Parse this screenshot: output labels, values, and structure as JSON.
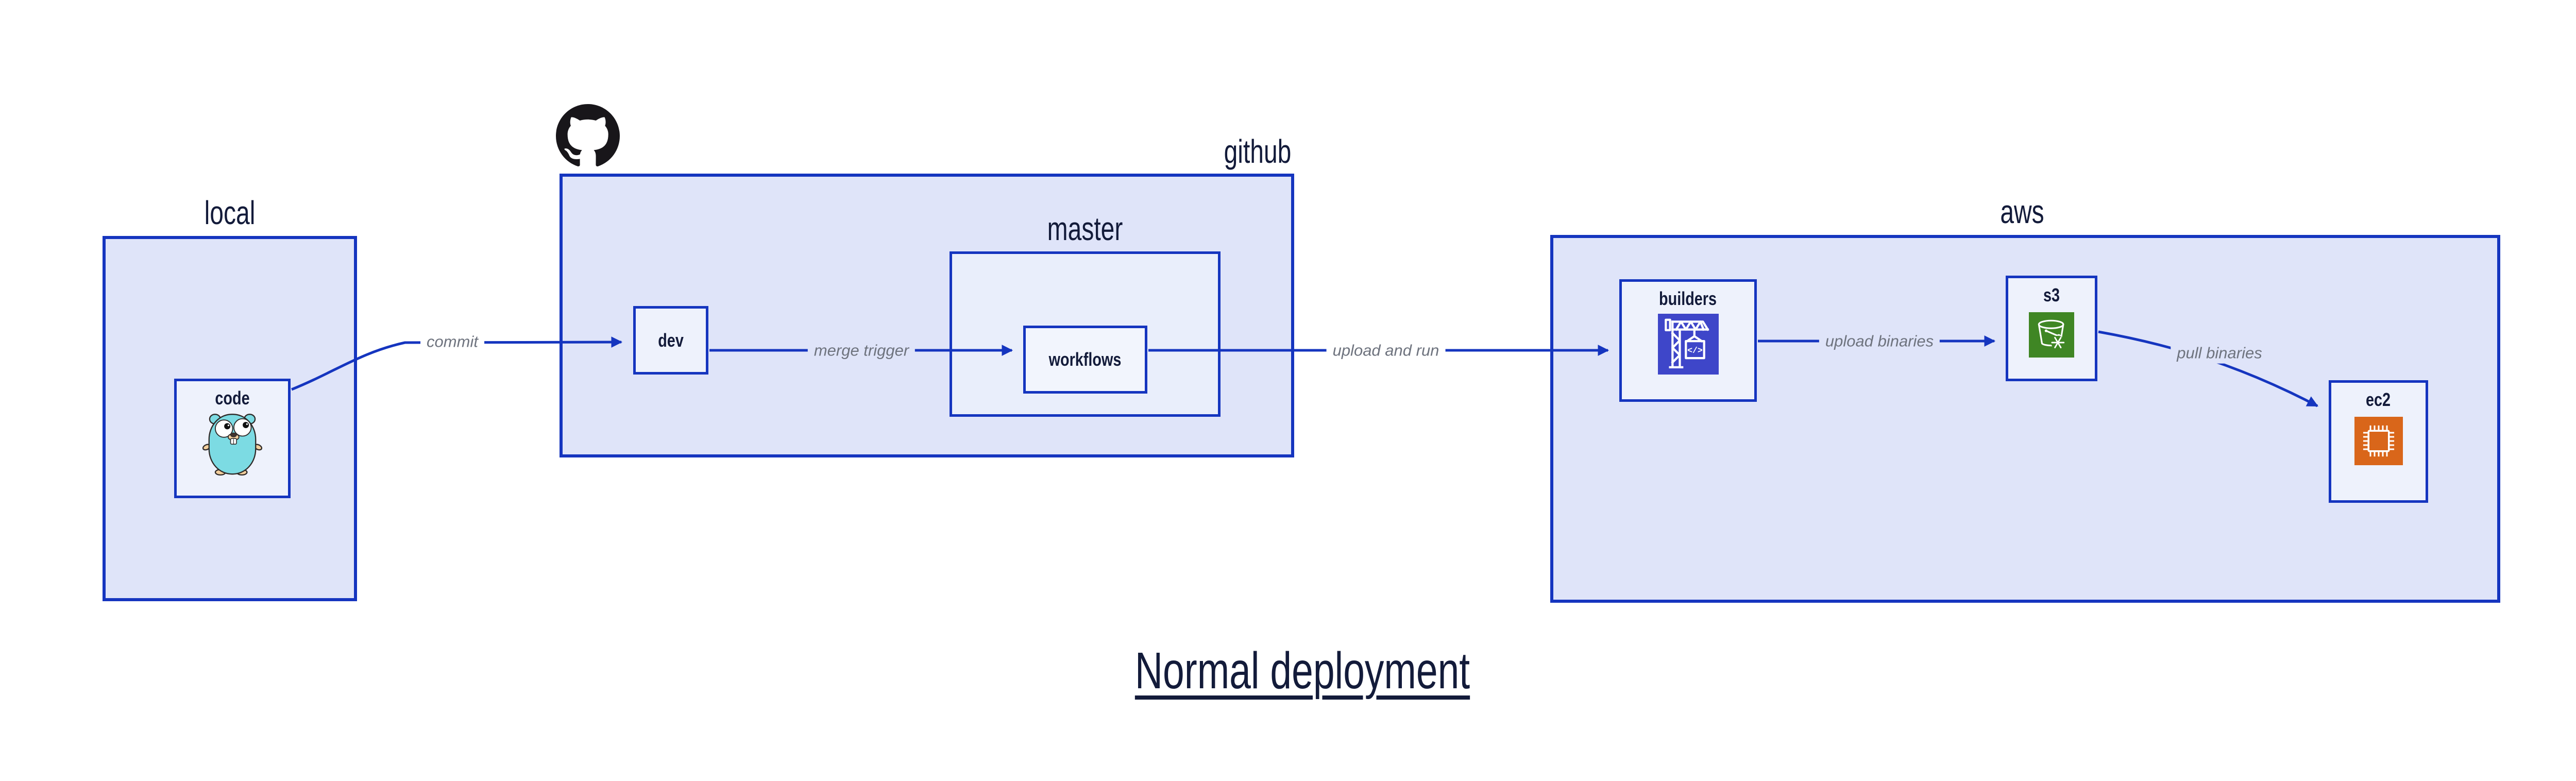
{
  "title": {
    "text": "Normal deployment"
  },
  "colors": {
    "accent_blue": "#1535bf",
    "group_fill": "#dfe4f9",
    "inner_group_fill": "#e9eefb",
    "node_fill": "#eef2fc",
    "dark_text": "#131b3a",
    "edge_label_gray": "#6e737e",
    "github_logo_black": "#18161a",
    "builders_icon_bg": "#3e46c9",
    "s3_icon_bg": "#3f8624",
    "ec2_icon_bg": "#d9661a",
    "gopher_teal": "#7cdbe3"
  },
  "groups": {
    "local": {
      "label": "local"
    },
    "github": {
      "label": "github"
    },
    "master": {
      "label": "master"
    },
    "aws": {
      "label": "aws"
    }
  },
  "nodes": {
    "code": {
      "label": "code",
      "icon": "go-gopher-icon"
    },
    "dev": {
      "label": "dev"
    },
    "workflows": {
      "label": "workflows"
    },
    "builders": {
      "label": "builders",
      "icon": "codebuild-crane-icon"
    },
    "s3": {
      "label": "s3",
      "icon": "s3-glacier-bucket-icon"
    },
    "ec2": {
      "label": "ec2",
      "icon": "ec2-chip-icon"
    }
  },
  "edges": [
    {
      "from": "code",
      "to": "dev",
      "label": "commit"
    },
    {
      "from": "dev",
      "to": "workflows",
      "label": "merge trigger"
    },
    {
      "from": "workflows",
      "to": "builders",
      "label": "upload and run"
    },
    {
      "from": "builders",
      "to": "s3",
      "label": "upload binaries"
    },
    {
      "from": "s3",
      "to": "ec2",
      "label": "pull binaries"
    }
  ]
}
